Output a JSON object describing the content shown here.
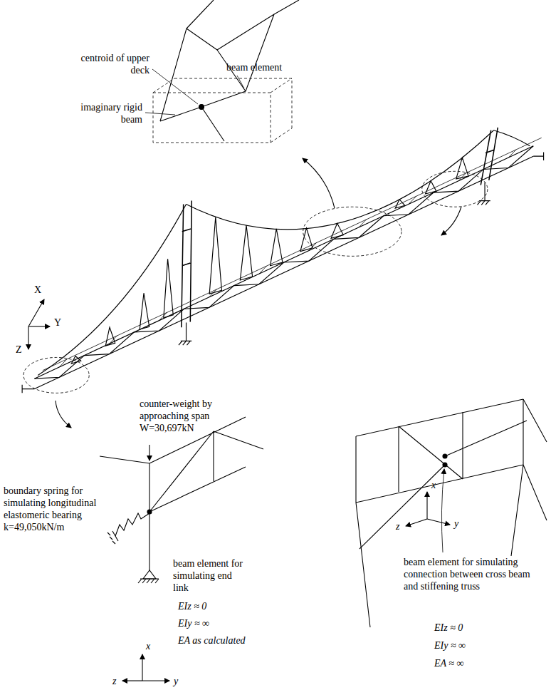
{
  "diagram": {
    "labels": [
      "centroid of upper deck",
      "beam element",
      "imaginary rigid beam",
      "X",
      "Y",
      "Z",
      "counter-weight by approaching span W=30,697kN",
      "beam element for simulating connection between cross beam and stiffening truss",
      "x",
      "z",
      "y",
      "EIz ≈ 0",
      "EIy ≈ ∞",
      "EA ≈ ∞",
      "boundary spring for simulating longitudinal elastomeric bearing k=49,050kN/m",
      "beam element for simulating end link",
      "EIz ≈ 0",
      "EIy ≈ ∞",
      "EA as calculated",
      "x",
      "z",
      "y"
    ]
  }
}
